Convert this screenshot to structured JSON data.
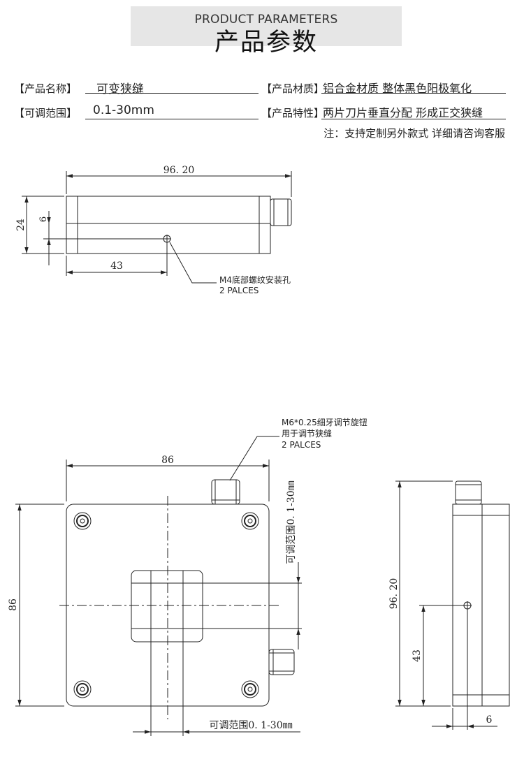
{
  "header": {
    "title_en": "PRODUCT PARAMETERS",
    "title_cn": "产品参数"
  },
  "params": {
    "name_label": "【产品名称】",
    "name_value": "可变狭缝",
    "material_label": "【产品材质】",
    "material_value": "铝合金材质 整体黑色阳极氧化",
    "range_label": "【可调范围】",
    "range_value": "0.1-30mm",
    "feature_label": "【产品特性】",
    "feature_value": "两片刀片垂直分配 形成正交狭缝",
    "note": "注：支持定制另外款式 详细请咨询客服"
  },
  "top_view": {
    "dim_length": "96. 20",
    "dim_height": "24",
    "dim_hole_offset": "6",
    "dim_hole_pos": "43",
    "callout_line1": "M4底部螺纹安装孔",
    "callout_line2": "2 PALCES"
  },
  "front_view": {
    "dim_width": "86",
    "dim_height": "86",
    "callout_line1": "M6*0.25细牙调节旋钮",
    "callout_line2": "用于调节狭缝",
    "callout_line3": "2 PALCES",
    "range_vertical": "可调范围0. 1-30㎜",
    "range_horizontal": "可调范围0. 1-30㎜"
  },
  "side_view": {
    "dim_height": "96. 20",
    "dim_hole_pos": "43",
    "dim_offset": "6"
  }
}
